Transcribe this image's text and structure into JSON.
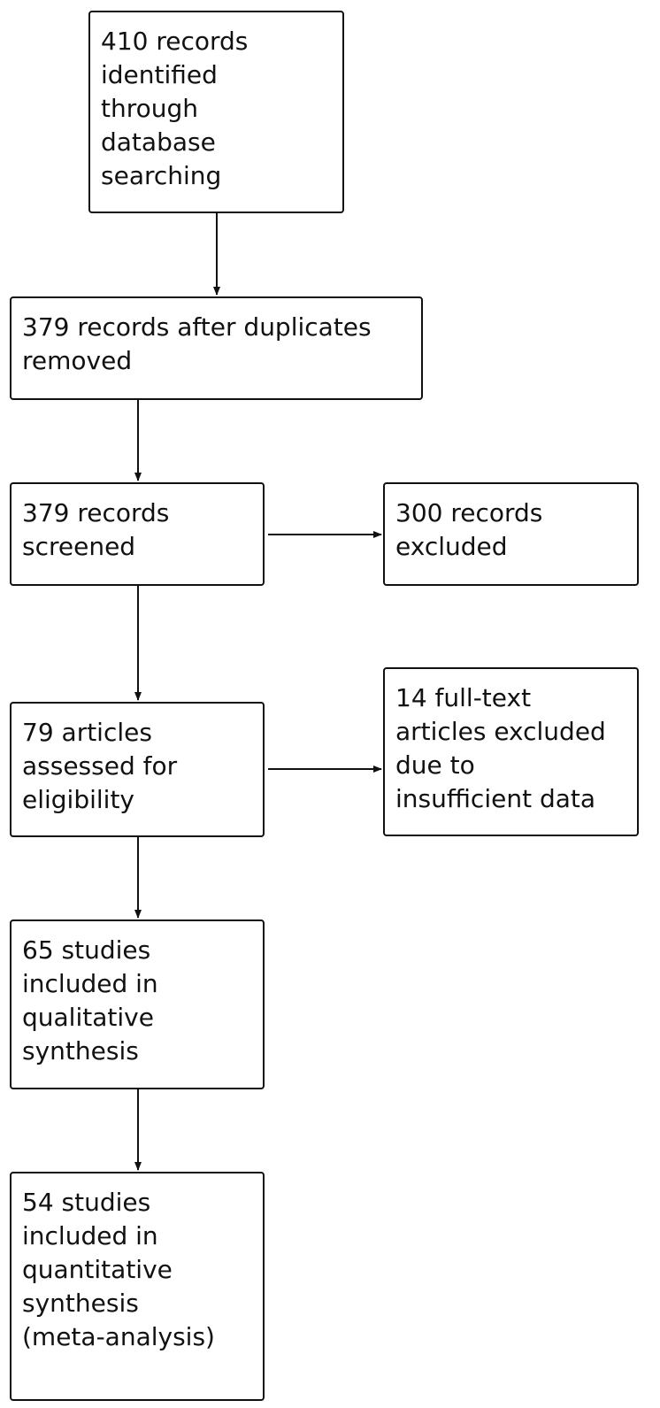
{
  "diagram": {
    "nodes": [
      {
        "id": "identified",
        "label": "410 records\nidentified\nthrough\ndatabase\nsearching"
      },
      {
        "id": "deduplicated",
        "label": "379 records after duplicates\nremoved"
      },
      {
        "id": "screened",
        "label": "379 records\nscreened"
      },
      {
        "id": "excluded",
        "label": "300 records\nexcluded"
      },
      {
        "id": "eligibility",
        "label": "79 articles\nassessed for\neligibility"
      },
      {
        "id": "fulltext_excluded",
        "label": "14 full-text\narticles excluded\ndue to\ninsufficient data"
      },
      {
        "id": "qualitative",
        "label": "65 studies\nincluded in\nqualitative\nsynthesis"
      },
      {
        "id": "quantitative",
        "label": "54 studies\nincluded in\nquantitative\nsynthesis\n(meta-analysis)"
      }
    ],
    "edges": [
      {
        "from": "identified",
        "to": "deduplicated"
      },
      {
        "from": "deduplicated",
        "to": "screened"
      },
      {
        "from": "screened",
        "to": "excluded"
      },
      {
        "from": "screened",
        "to": "eligibility"
      },
      {
        "from": "eligibility",
        "to": "fulltext_excluded"
      },
      {
        "from": "eligibility",
        "to": "qualitative"
      },
      {
        "from": "qualitative",
        "to": "quantitative"
      }
    ],
    "colors": {
      "stroke": "#111111",
      "background": "#ffffff"
    }
  }
}
